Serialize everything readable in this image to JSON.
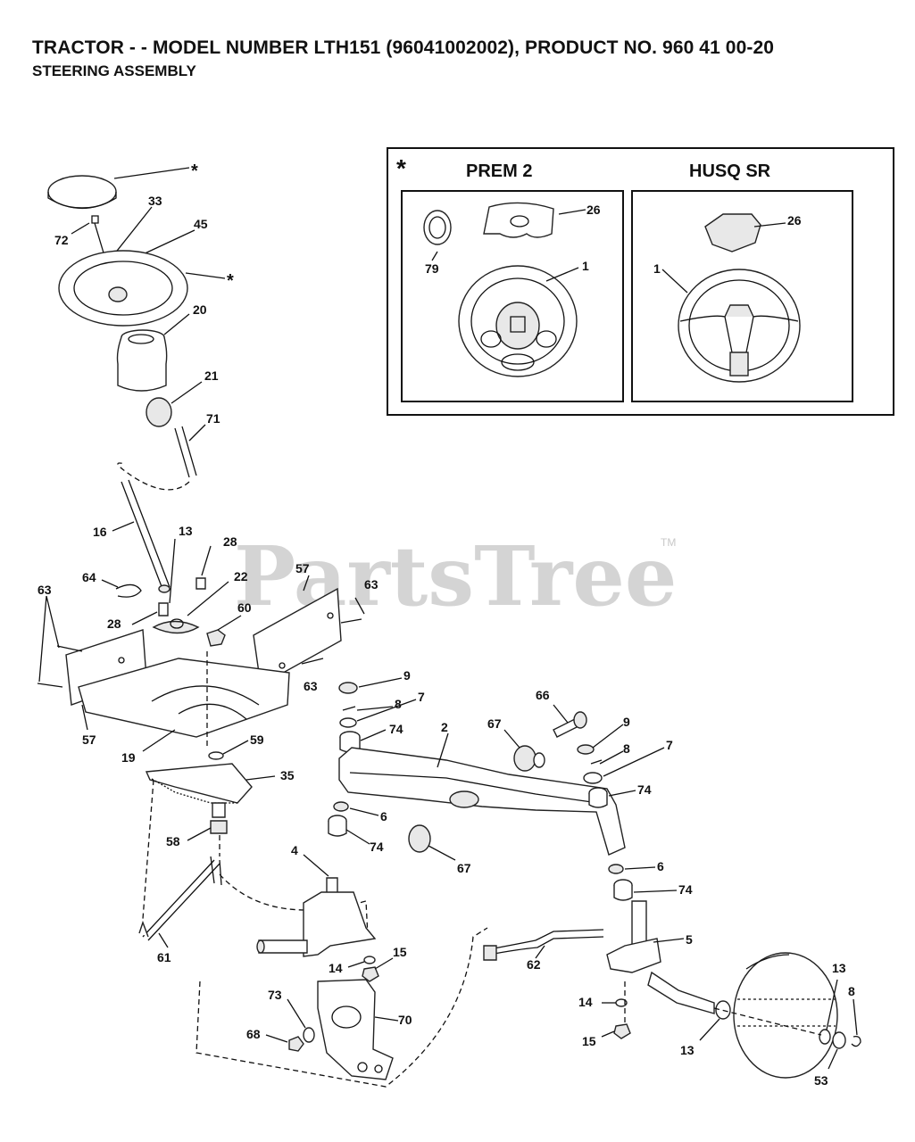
{
  "header": {
    "title": "TRACTOR - - MODEL NUMBER LTH151 (96041002002), PRODUCT NO. 960 41 00-20",
    "subtitle": "STEERING ASSEMBLY"
  },
  "watermark": {
    "text": "PartsTree",
    "tm": "TM"
  },
  "inset": {
    "asterisk": "*",
    "variants": [
      {
        "label": "PREM 2"
      },
      {
        "label": "HUSQ SR"
      }
    ]
  },
  "callouts": {
    "star_cap": "*",
    "star_wheel": "*",
    "c33": "33",
    "c72": "72",
    "c45": "45",
    "c20": "20",
    "c21": "21",
    "c71": "71",
    "c16": "16",
    "c13a": "13",
    "c28a": "28",
    "c22": "22",
    "c64": "64",
    "c28b": "28",
    "c57a": "57",
    "c63a": "63",
    "c60": "60",
    "c63b": "63",
    "c63c": "63",
    "c57b": "57",
    "c19": "19",
    "c59": "59",
    "c35": "35",
    "c58": "58",
    "c61": "61",
    "c9a": "9",
    "c8a": "8",
    "c7a": "7",
    "c74a": "74",
    "c2": "2",
    "c67a": "67",
    "c66": "66",
    "c9b": "9",
    "c8b": "8",
    "c7b": "7",
    "c74b": "74",
    "c6a": "6",
    "c74c": "74",
    "c4": "4",
    "c67b": "67",
    "c6b": "6",
    "c74d": "74",
    "c5": "5",
    "c62": "62",
    "c14a": "14",
    "c15a": "15",
    "c73": "73",
    "c70": "70",
    "c68": "68",
    "c14b": "14",
    "c15b": "15",
    "c13b": "13",
    "c13c": "13",
    "c8c": "8",
    "c53": "53",
    "p26": "26",
    "p79": "79",
    "p1": "1",
    "h26": "26",
    "h1": "1"
  }
}
